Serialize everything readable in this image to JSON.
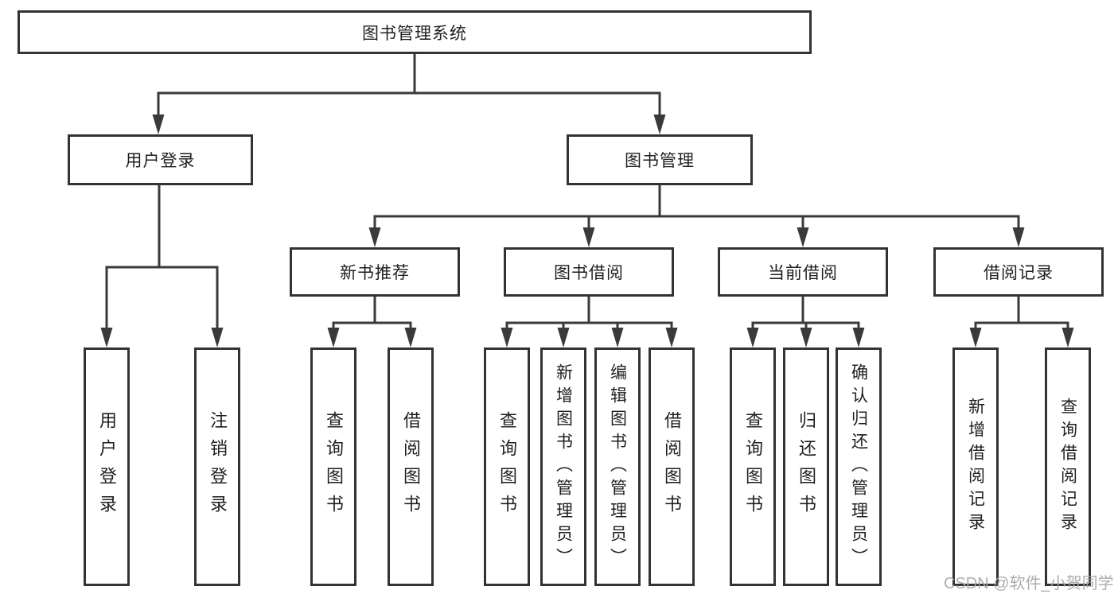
{
  "tree": {
    "root": {
      "label": "图书管理系统"
    },
    "branches": [
      {
        "label": "用户登录",
        "children": [
          {
            "label": "用户登录"
          },
          {
            "label": "注销登录"
          }
        ]
      },
      {
        "label": "图书管理",
        "children": [
          {
            "label": "新书推荐",
            "children": [
              {
                "label": "查询图书"
              },
              {
                "label": "借阅图书"
              }
            ]
          },
          {
            "label": "图书借阅",
            "children": [
              {
                "label": "查询图书"
              },
              {
                "label": "新增图书（管理员）"
              },
              {
                "label": "编辑图书（管理员）"
              },
              {
                "label": "借阅图书"
              }
            ]
          },
          {
            "label": "当前借阅",
            "children": [
              {
                "label": "查询图书"
              },
              {
                "label": "归还图书"
              },
              {
                "label": "确认归还（管理员）"
              }
            ]
          },
          {
            "label": "借阅记录",
            "children": [
              {
                "label": "新增借阅记录"
              },
              {
                "label": "查询借阅记录"
              }
            ]
          }
        ]
      }
    ]
  },
  "watermark": "CSDN @软件_小贺同学",
  "colors": {
    "line": "#3a3a3a",
    "box_border": "#333333",
    "text": "#1f1f1f",
    "background": "#ffffff",
    "watermark": "#a6a6a6"
  }
}
